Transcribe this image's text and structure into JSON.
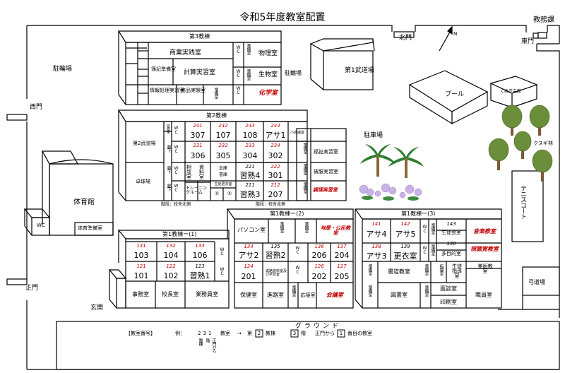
{
  "title": "令和5年度教室配置",
  "outside": {
    "office": "教務課",
    "east_gate": "東門",
    "north_gate": "北門",
    "west_gate": "西門",
    "main_gate": "正門",
    "entrance": "玄関",
    "bike_parking": "駐輪場",
    "bike_parking2": "駐輪場",
    "parking": "駐車場",
    "pool": "プール",
    "dojo1": "第1武道場",
    "kunugi_hall": "くぬぎ会館",
    "kunugi_forest": "クヌギ林",
    "tennis": "テニスコート",
    "archery": "弓道場",
    "ground": "グラウンド",
    "north": "N"
  },
  "gym": {
    "name": "体育館",
    "wc": "WC",
    "prep": "体育準備室"
  },
  "b3": {
    "title": "第3教棟",
    "commerce": "商業実践室",
    "bookkeeping": "簿記準備室",
    "calc": "計算実習室",
    "info": "情報処理実習室",
    "product": "商品実験室",
    "wc": "WC",
    "prep": "準備室",
    "physics": "物理室",
    "biology": "生物室",
    "chemistry": "化学室"
  },
  "b2": {
    "title": "第2教棟",
    "dojo2": "第2武道場",
    "pingpong": "卓球場",
    "study": "研修室",
    "wc": "WC",
    "hall": "廊下",
    "aux": "小会議室",
    "r241": "241",
    "r242": "242",
    "r243": "243",
    "r244": "244",
    "r231": "231",
    "r232": "232",
    "r233": "233",
    "r234": "234",
    "r221": "221",
    "r222": "222",
    "r211": "211",
    "r212": "212",
    "c307": "307",
    "c107": "107",
    "c108": "108",
    "asa1": "アサ1",
    "c306": "306",
    "c305": "305",
    "c304": "304",
    "c302": "302",
    "shujuku4": "習熟4",
    "c301": "301",
    "shujuku3": "習熟3",
    "c207": "207",
    "soudan": "相談室",
    "shiryou": "資料室",
    "storage": "倉庫",
    "storage2": "書庫",
    "training": "トレーニングルーム",
    "changing": "生徒更衣室",
    "n1": "①",
    "n2": "②",
    "welfare": "福祉実習室",
    "clothing": "被服実習室",
    "cooking": "調理実習室",
    "prep": "準備室",
    "stairs1": "階段：校舎北側",
    "stairs2": "階段：校舎北側"
  },
  "b11": {
    "title": "第1教棟ー(1)",
    "r131": "131",
    "r132": "132",
    "r133": "133",
    "r121": "121",
    "r122": "122",
    "r123": "123",
    "c103": "103",
    "c104": "104",
    "c106": "106",
    "c101": "101",
    "c102": "102",
    "shujuku1": "習熟1",
    "wc": "WC",
    "office": "事務室",
    "principal": "校長室",
    "staff": "業務員室"
  },
  "b12": {
    "title": "第1教棟ー(2)",
    "pc": "パソコン室",
    "prep": "準備室",
    "geo": "地歴・公民教室",
    "r134": "134",
    "r135": "135",
    "r136": "136",
    "r137": "137",
    "r124": "124",
    "r125": "125",
    "r126": "126",
    "r127": "127",
    "asa2": "アサ2",
    "shujuku2": "習熟2",
    "c206": "206",
    "c204": "204",
    "c201": "201",
    "career": "進路資料室及び学習室",
    "c202": "202",
    "c205": "205",
    "health": "保健室",
    "path": "進路室",
    "reception": "応接室",
    "meeting": "会議室"
  },
  "b13": {
    "title": "第1教棟ー(3)",
    "r141": "141",
    "r142": "142",
    "r143": "143",
    "r138": "138",
    "r139": "139",
    "r130": "130",
    "asa4": "アサ4",
    "asa5": "アサ5",
    "asa3": "アサ3",
    "changing": "更衣室",
    "wc": "WC",
    "student_meeting": "生徒会室",
    "multi": "多目的室",
    "music": "音楽教室",
    "av": "視聴覚教室",
    "guidance": "指導室",
    "student_guid": "生徒指導室",
    "art": "美術教室",
    "library_prep": "書道教室",
    "prep": "準備室",
    "library": "図書室",
    "interview": "面談室",
    "print": "印刷室",
    "staff": "職員室"
  },
  "legend": {
    "label": "【教室番号】",
    "example": "例：",
    "code": "231",
    "unit": "教室",
    "arrow": "→",
    "part1": "第",
    "box1": "2",
    "part2": "教棟",
    "box2": "3",
    "part3": "階",
    "part4": "正門から",
    "box3": "1",
    "part5": "番目の教室",
    "sub1": "教棟",
    "sub2": "階",
    "sub3": "正門から"
  }
}
